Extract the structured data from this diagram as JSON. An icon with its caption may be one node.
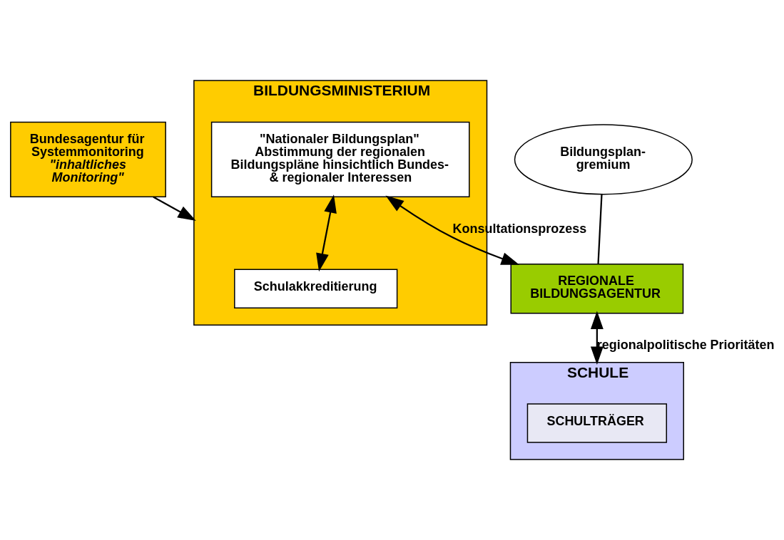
{
  "diagram": {
    "nodes": [
      {
        "text": [
          "BILDUNGSMINISTERIUM"
        ]
      },
      {
        "text": [
          "\"Nationaler Bildungsplan\" Abstimmung der regionalen Bildungspläne hinsichtlich Bundes- & regionaler Interessen"
        ],
        "in": 0
      },
      {
        "text": [
          "Schulakkreditierung"
        ],
        "in": 0
      },
      {
        "text": [
          "Bundesagentur für Systemmonitoring",
          "\"inhaltliches Monitoring\""
        ]
      },
      {
        "text": [
          "REGIONALE BILDUNGSAGENTUR"
        ]
      },
      {
        "text": [
          "Bildungsplan-gremium"
        ]
      },
      {
        "text": [
          "SCHULE"
        ]
      },
      {
        "text": [
          "SCHULTRÄGER"
        ],
        "in": 6
      }
    ],
    "edges": [
      {
        "from": 3,
        "to": 0,
        "arrow": "to"
      },
      {
        "from": 1,
        "to": 2,
        "arrow": "both"
      },
      {
        "from": 1,
        "to": 4,
        "arrow": "both",
        "label": "Konsultationsprozess"
      },
      {
        "from": 5,
        "to": 4,
        "arrow": "none"
      },
      {
        "from": 4,
        "to": 6,
        "arrow": "both",
        "label": "regionalpolitische Prioritäten"
      }
    ]
  }
}
